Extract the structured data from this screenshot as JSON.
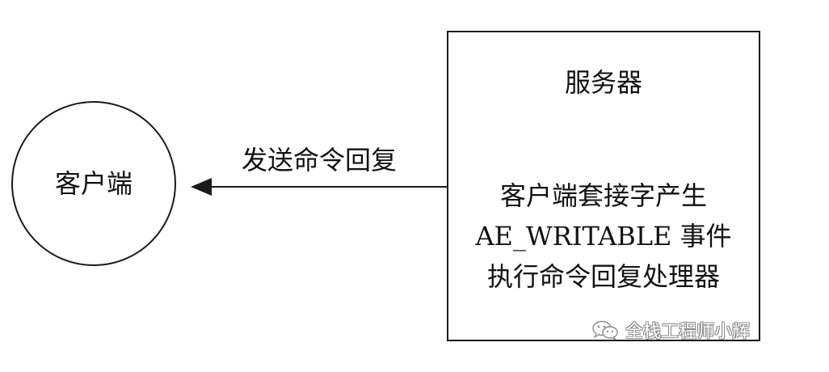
{
  "nodes": {
    "client": {
      "label": "客户端"
    },
    "server": {
      "title": "服务器",
      "lines": [
        "客户端套接字产生",
        "AE_WRITABLE 事件",
        "执行命令回复处理器"
      ]
    }
  },
  "edges": [
    {
      "from": "server",
      "to": "client",
      "label": "发送命令回复"
    }
  ],
  "watermark": {
    "text": "全栈工程师小辉",
    "icon": "wechat-icon"
  },
  "colors": {
    "stroke": "#1a1a1a",
    "text": "#111111",
    "background": "#ffffff"
  }
}
